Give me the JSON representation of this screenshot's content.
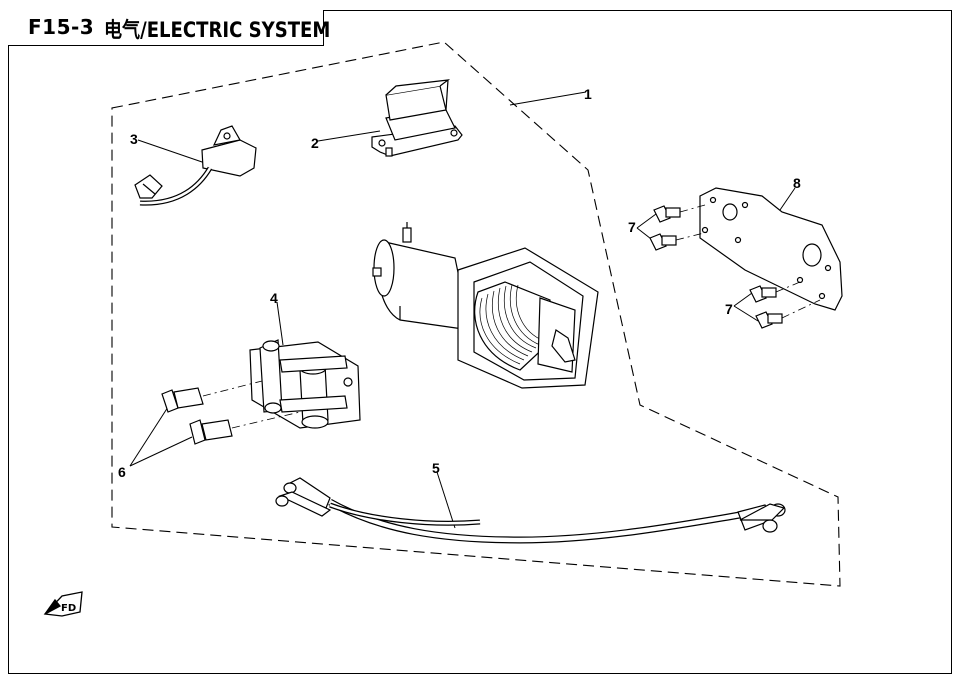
{
  "header": {
    "code": "F15-3",
    "title": "电气/ELECTRIC SYSTEM"
  },
  "callouts": [
    "1",
    "2",
    "3",
    "4",
    "5",
    "6",
    "7",
    "7",
    "8"
  ],
  "icons": [
    "front-arrow-icon"
  ],
  "colors": {
    "line": "#000000",
    "background": "#ffffff"
  }
}
